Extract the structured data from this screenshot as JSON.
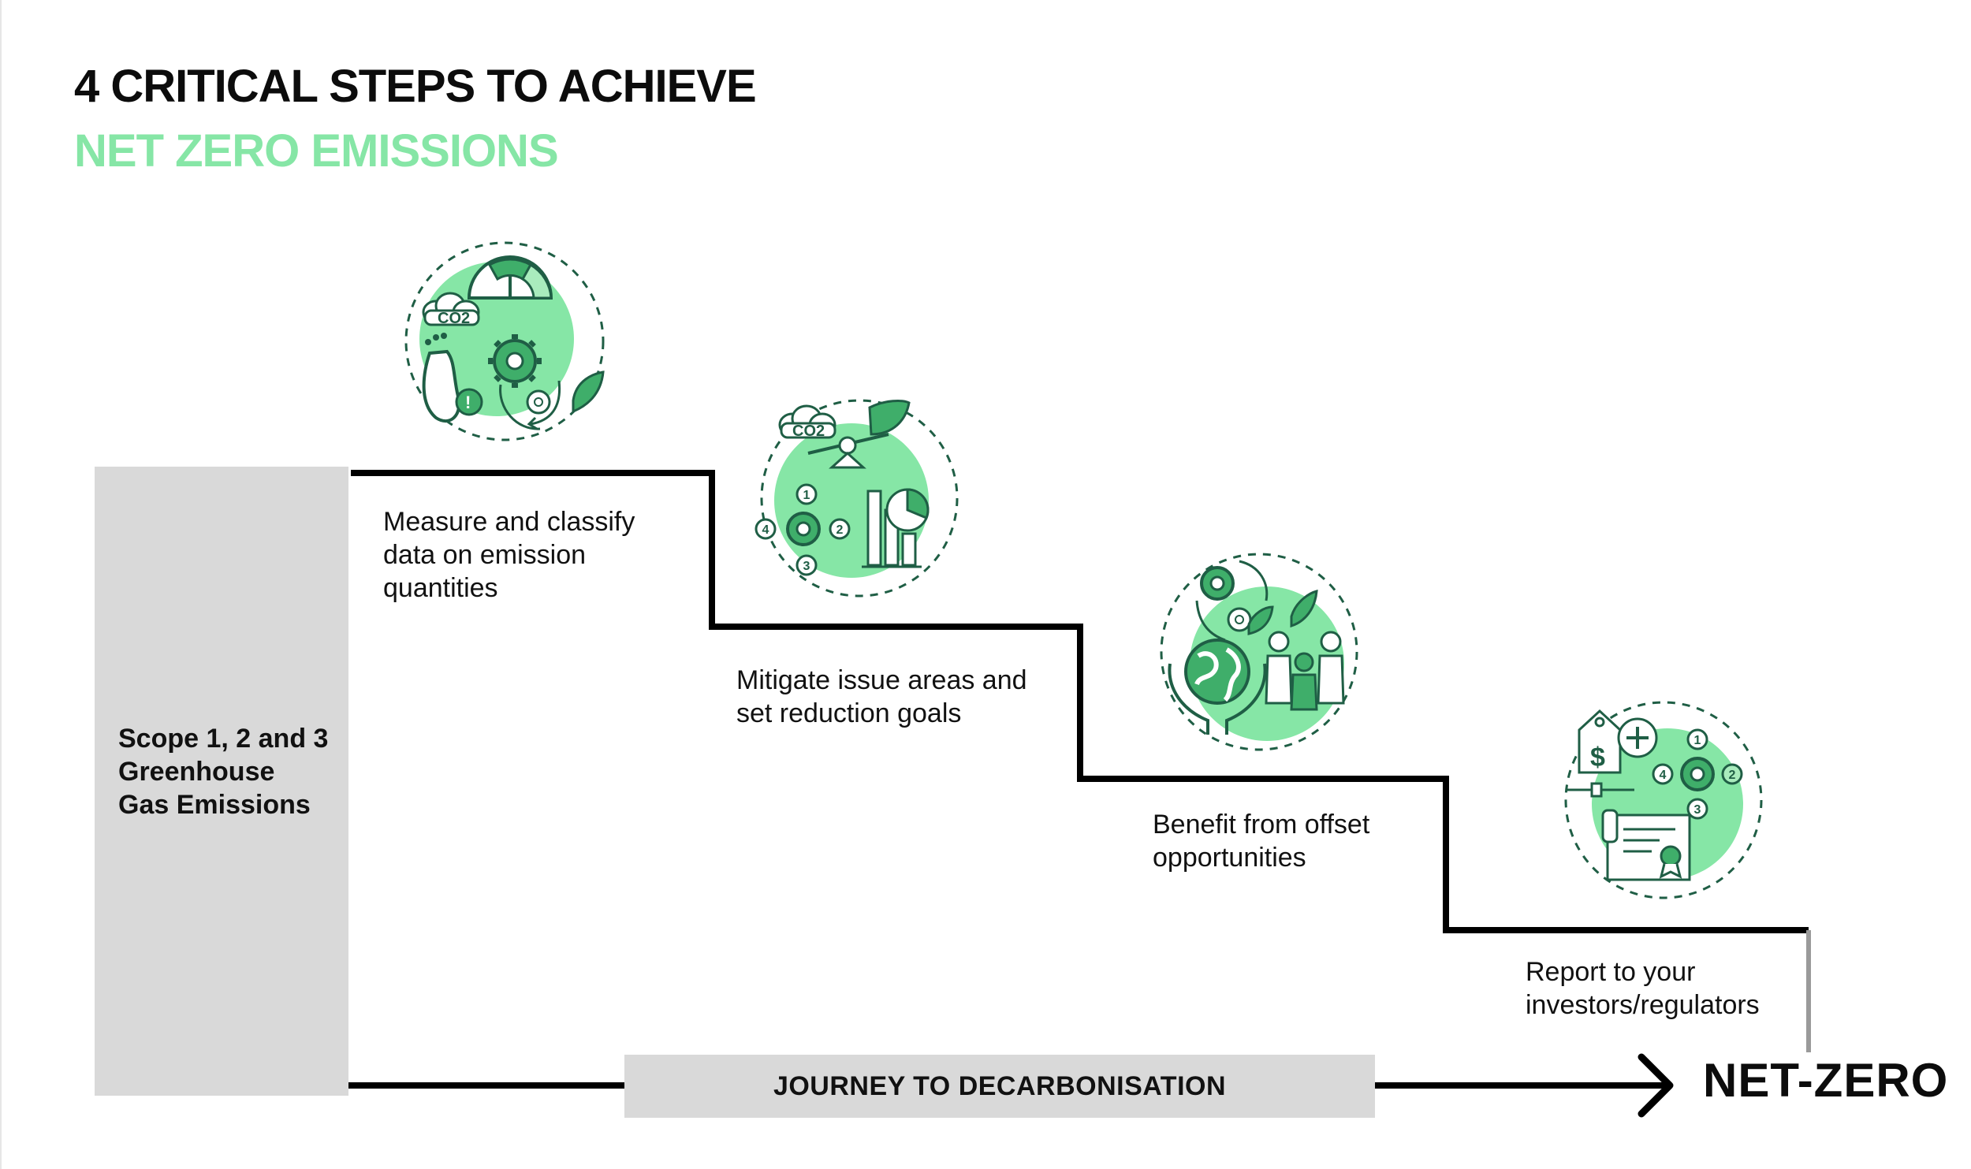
{
  "title": {
    "line1": "4 CRITICAL STEPS TO ACHIEVE",
    "line2": "NET ZERO EMISSIONS"
  },
  "colors": {
    "accent_green": "#86e6a6",
    "dark_green": "#1f5e45",
    "mid_green": "#3fae6a",
    "light_green": "#a9ecbd",
    "gray_box": "#d9d9d9"
  },
  "scope": {
    "lines": [
      "Scope 1, 2 and 3",
      "Greenhouse",
      "Gas Emissions"
    ]
  },
  "steps": [
    {
      "lines": [
        "Measure and classify",
        "data on emission",
        "quantities"
      ],
      "icon": "co2-footprint-gauge-icon"
    },
    {
      "lines": [
        "Mitigate issue areas and",
        "set reduction goals"
      ],
      "icon": "co2-balance-chart-icon"
    },
    {
      "lines": [
        "Benefit from offset",
        "opportunities"
      ],
      "icon": "globe-people-icon"
    },
    {
      "lines": [
        "Report to your",
        "investors/regulators"
      ],
      "icon": "certificate-report-icon"
    }
  ],
  "journey": {
    "label": "JOURNEY TO DECARBONISATION"
  },
  "endpoint": {
    "label": "NET-ZERO"
  }
}
